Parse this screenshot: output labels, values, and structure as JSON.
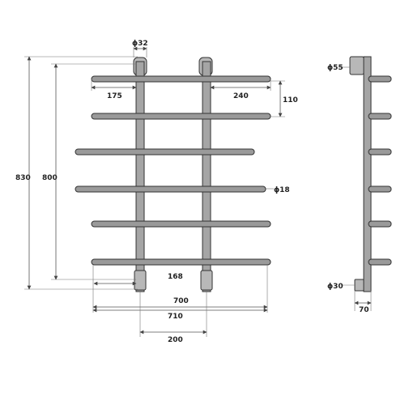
{
  "front_view": {
    "labels": {
      "top_fitting_diameter": "ϕ32",
      "left_offset": "175",
      "right_offset": "240",
      "bar_pitch": "110",
      "overall_height": "830",
      "post_height": "800",
      "bar_diameter": "ϕ18",
      "bottom_offset": "168",
      "width_inner": "700",
      "width_outer": "710",
      "post_spacing": "200"
    }
  },
  "side_view": {
    "labels": {
      "top_fitting_diameter": "ϕ55",
      "bottom_fitting_diameter": "ϕ30",
      "depth": "70"
    }
  }
}
